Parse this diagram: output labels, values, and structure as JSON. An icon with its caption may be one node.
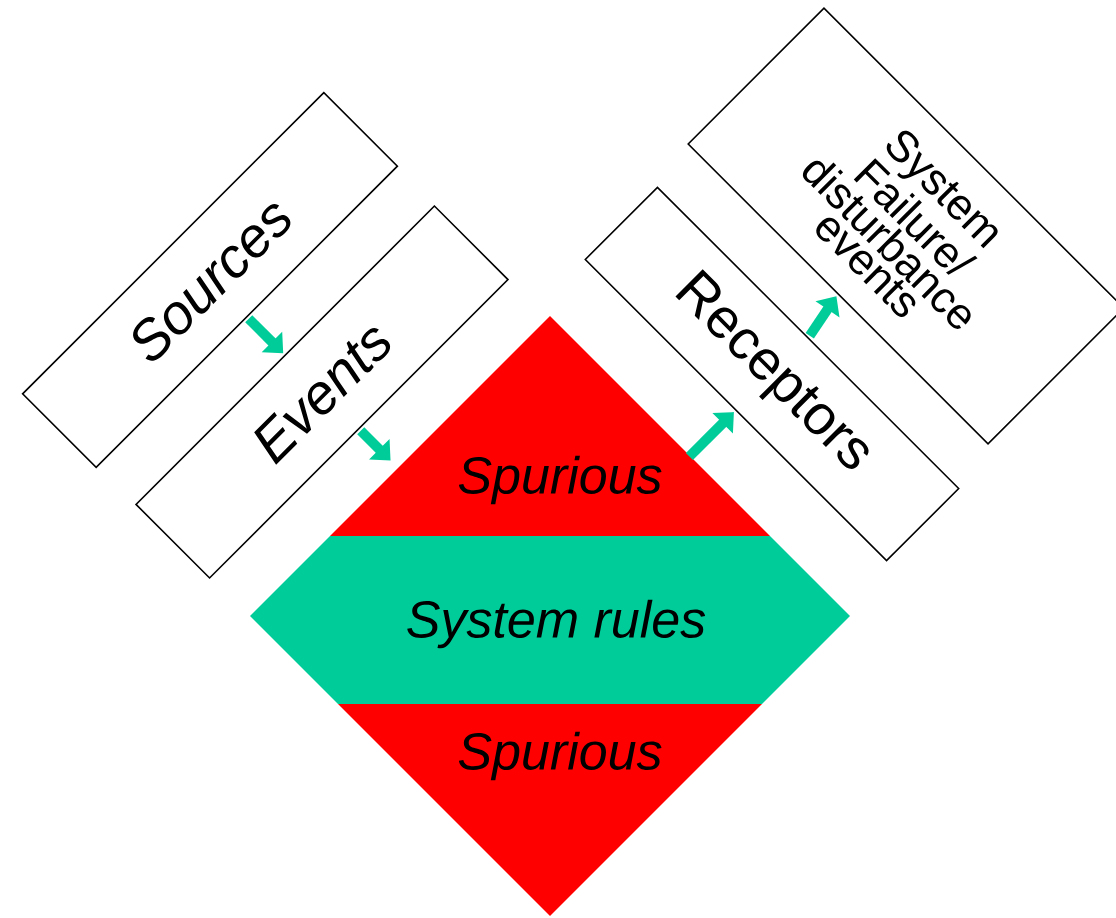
{
  "diagram": {
    "nodes": [
      {
        "text": [
          "Sources"
        ]
      },
      {
        "text": [
          "Events"
        ]
      },
      {
        "text": [
          "Spurious"
        ]
      },
      {
        "text": [
          "System rules"
        ]
      },
      {
        "text": [
          "Spurious"
        ]
      },
      {
        "text": [
          "Receptors"
        ]
      },
      {
        "text": [
          "System Failure/ disturbance events"
        ]
      }
    ],
    "edges": [
      {
        "from": 0,
        "to": 1,
        "arrow": "to"
      },
      {
        "from": 1,
        "to": 2,
        "arrow": "to"
      },
      {
        "from": 2,
        "to": 5,
        "arrow": "to"
      },
      {
        "from": 5,
        "to": 6,
        "arrow": "to"
      }
    ]
  }
}
